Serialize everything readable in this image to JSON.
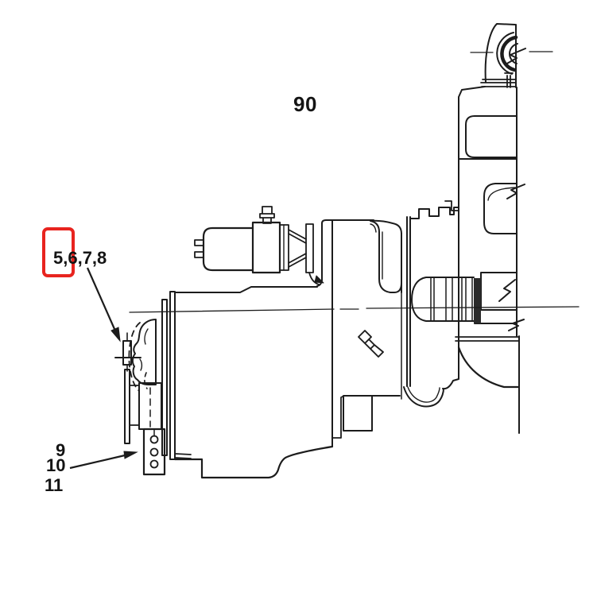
{
  "diagram": {
    "type": "exploded-parts-line-drawing",
    "subject": "starter motor mounted to flywheel housing, side section view",
    "colors": {
      "background": "#ffffff",
      "ink": "#1c1c1c",
      "hatch": "#2b2b2b",
      "highlight": "#e8241f"
    },
    "callouts": {
      "assembly": {
        "label": "90"
      },
      "screw_group": {
        "label": "5,6,7,8",
        "highlighted_item": "5"
      },
      "bracket_items": [
        {
          "label": "9"
        },
        {
          "label": "10"
        },
        {
          "label": "11"
        }
      ]
    }
  }
}
